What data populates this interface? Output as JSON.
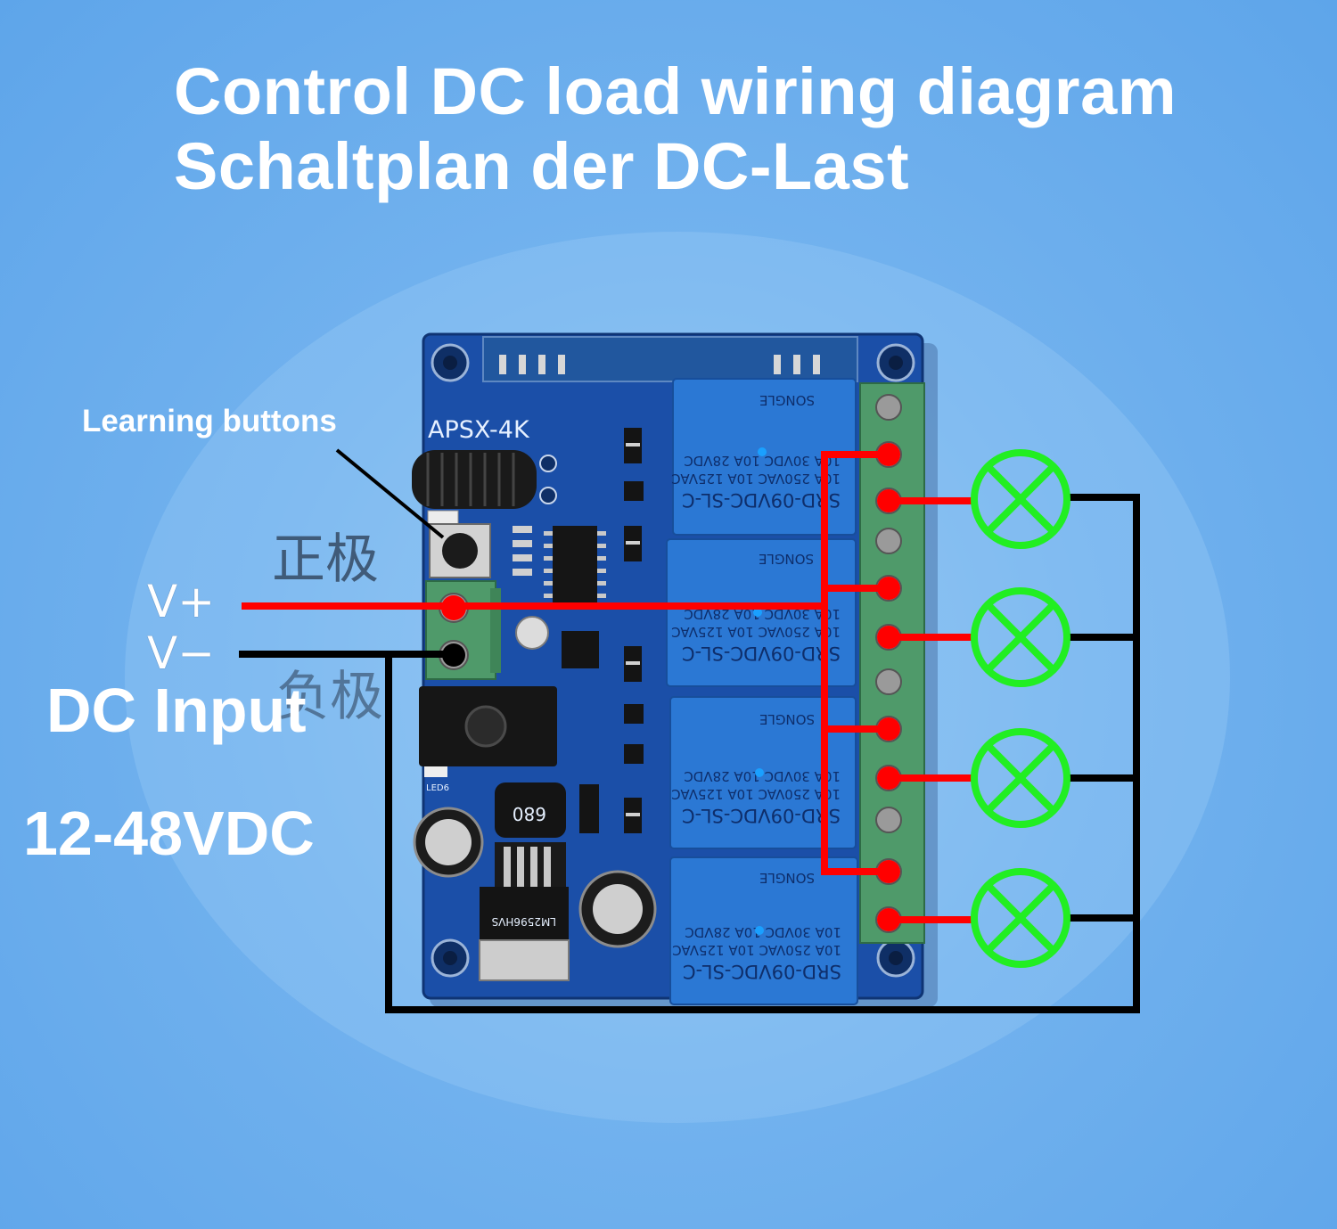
{
  "heading": {
    "line1": "Control DC load wiring diagram",
    "line2": "Schaltplan der DC-Last"
  },
  "labels": {
    "learning_buttons": "Learning buttons",
    "v_plus": "V+",
    "v_minus": "V−",
    "positive_pole": "正极",
    "negative_pole": "负极",
    "dc_input": "DC Input",
    "voltage": "12-48VDC"
  },
  "board": {
    "model": "APSX-4K",
    "led_label": "LED6",
    "ic_marking": "LM2596HVS",
    "inductor_marking": "680"
  },
  "relay": {
    "model": "SRD-09VDC-SL-C",
    "rating_1": "10A 250VAC  10A 125VAC",
    "rating_2": "10A 30VDC  10A 28VDC",
    "brand": "SONGLE",
    "count": 4
  },
  "colors": {
    "positive_wire": "#ff0000",
    "negative_wire": "#000000",
    "lamp": "#22ee22",
    "pcb": "#1b4fa8",
    "relay": "#2b78d4",
    "terminal_block": "#4f9a6a"
  }
}
